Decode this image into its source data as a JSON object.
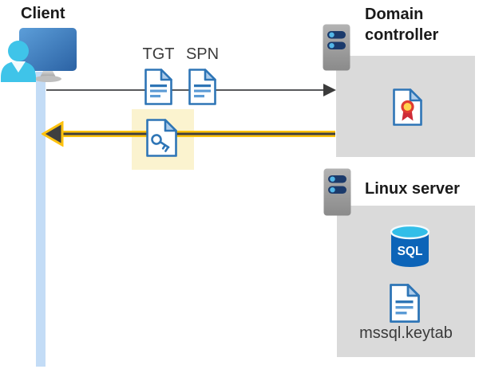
{
  "nodes": {
    "client": {
      "label": "Client"
    },
    "domain_controller": {
      "label": "Domain controller"
    },
    "linux_server": {
      "label": "Linux server"
    }
  },
  "artifacts": {
    "tgt_label": "TGT",
    "spn_label": "SPN",
    "sql_label": "SQL",
    "keytab_label": "mssql.keytab"
  },
  "icons": {
    "client": "user-workstation-icon",
    "domain_controller": "server-icon",
    "linux_server": "server-icon",
    "tgt": "document-icon",
    "spn": "document-icon",
    "session_ticket": "key-document-icon",
    "certificate": "certificate-icon",
    "database": "sql-database-icon",
    "keytab": "document-icon",
    "request": "right-arrow",
    "response": "left-arrow-highlighted"
  },
  "colors": {
    "accent_yellow": "#ffc20e",
    "highlight_background": "#fbf3cf",
    "panel_gray": "#dadada",
    "document_blue": "#2e75b6",
    "lifeline_blue": "#c3dcf6",
    "arrow_dark": "#3f3f3f",
    "sql_body_blue": "#0c64b8",
    "sql_top_cyan": "#32bee8",
    "seal_yellow": "#ffd44d",
    "seal_red": "#ce2b37",
    "server_slot_navy": "#1b3a6b",
    "server_dot_blue": "#53b7e8",
    "person_cyan": "#3fc4e9"
  }
}
